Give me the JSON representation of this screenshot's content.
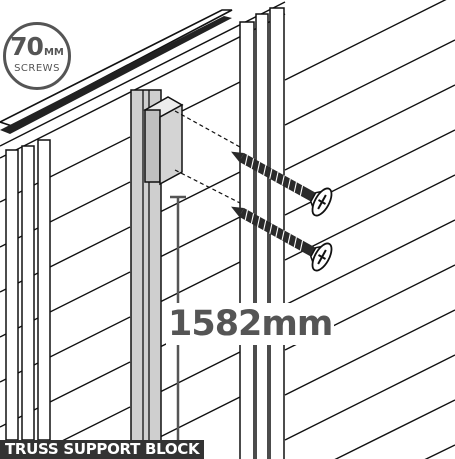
{
  "badge": {
    "number": "70",
    "unit": "MM",
    "caption": "SCREWS"
  },
  "dimension_label": "1582mm",
  "caption": "TRUSS SUPPORT BLOCK",
  "colors": {
    "line": "#111111",
    "label_grey": "#555555",
    "stud_grey": "#cfcfcf",
    "block_grey": "#d4d4d4",
    "caption_bg": "#333333"
  },
  "icons": [
    "screw-icon"
  ]
}
